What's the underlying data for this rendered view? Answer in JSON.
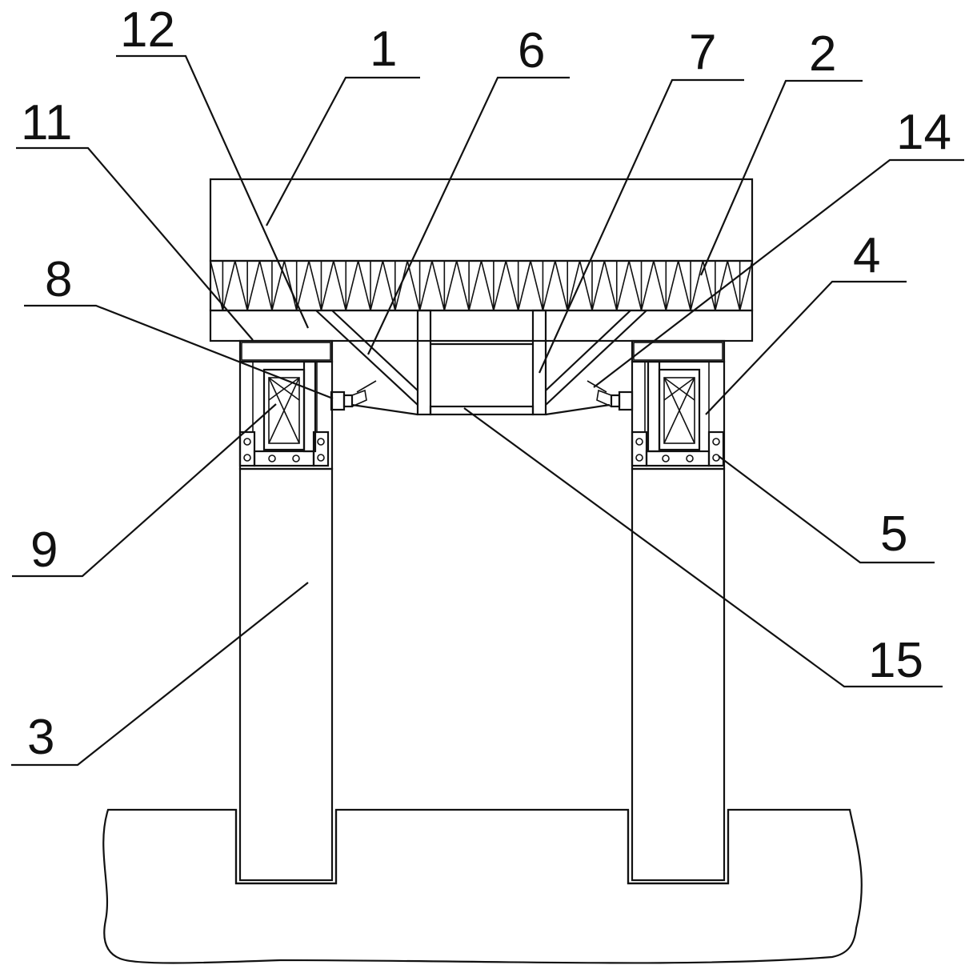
{
  "callouts": [
    {
      "id": "1",
      "label": "1"
    },
    {
      "id": "2",
      "label": "2"
    },
    {
      "id": "3",
      "label": "3"
    },
    {
      "id": "4",
      "label": "4"
    },
    {
      "id": "5",
      "label": "5"
    },
    {
      "id": "6",
      "label": "6"
    },
    {
      "id": "7",
      "label": "7"
    },
    {
      "id": "8",
      "label": "8"
    },
    {
      "id": "9",
      "label": "9"
    },
    {
      "id": "11",
      "label": "11"
    },
    {
      "id": "12",
      "label": "12"
    },
    {
      "id": "14",
      "label": "14"
    },
    {
      "id": "15",
      "label": "15"
    }
  ],
  "colors": {
    "line": "#111111",
    "background": "#ffffff"
  }
}
